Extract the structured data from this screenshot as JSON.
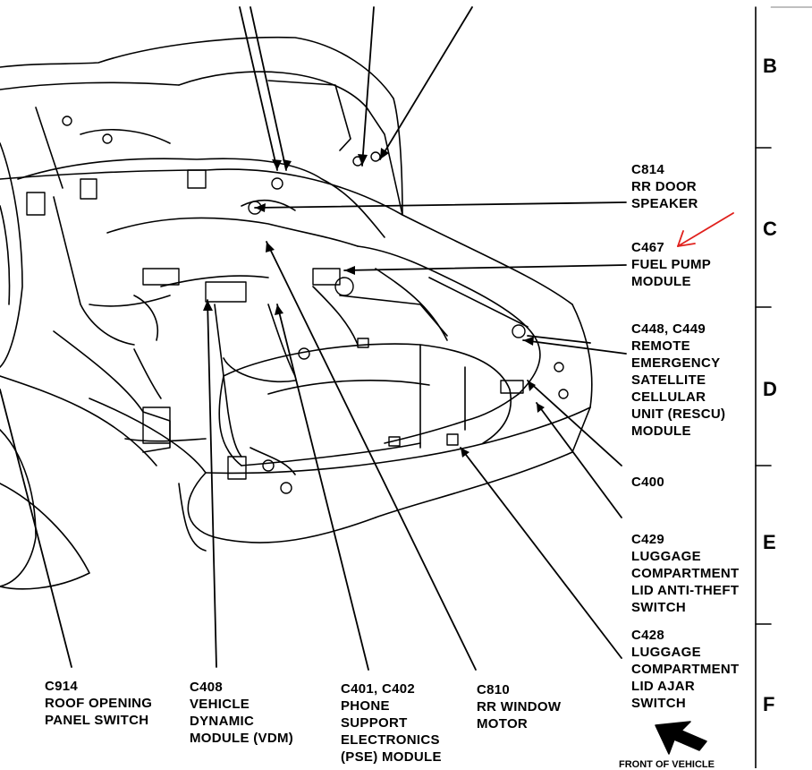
{
  "callouts": {
    "c814": [
      "C814",
      "RR DOOR",
      "SPEAKER"
    ],
    "c467": [
      "C467",
      "FUEL PUMP",
      "MODULE"
    ],
    "c448": [
      "C448, C449",
      "REMOTE",
      "EMERGENCY",
      "SATELLITE",
      "CELLULAR",
      "UNIT (RESCU)",
      "MODULE"
    ],
    "c400": [
      "C400"
    ],
    "c429": [
      "C429",
      "LUGGAGE",
      "COMPARTMENT",
      "LID ANTI-THEFT",
      "SWITCH"
    ],
    "c428": [
      "C428",
      "LUGGAGE",
      "COMPARTMENT",
      "LID AJAR",
      "SWITCH"
    ],
    "c914": [
      "C914",
      "ROOF OPENING",
      "PANEL SWITCH"
    ],
    "c408": [
      "C408",
      "VEHICLE",
      "DYNAMIC",
      "MODULE (VDM)"
    ],
    "c401": [
      "C401, C402",
      "PHONE",
      "SUPPORT",
      "ELECTRONICS",
      "(PSE) MODULE"
    ],
    "c810": [
      "C810",
      "RR WINDOW",
      "MOTOR"
    ]
  },
  "zones": [
    "B",
    "C",
    "D",
    "E",
    "F"
  ],
  "front_of_vehicle": "FRONT OF VEHICLE",
  "annotation_color": "#e0201c"
}
